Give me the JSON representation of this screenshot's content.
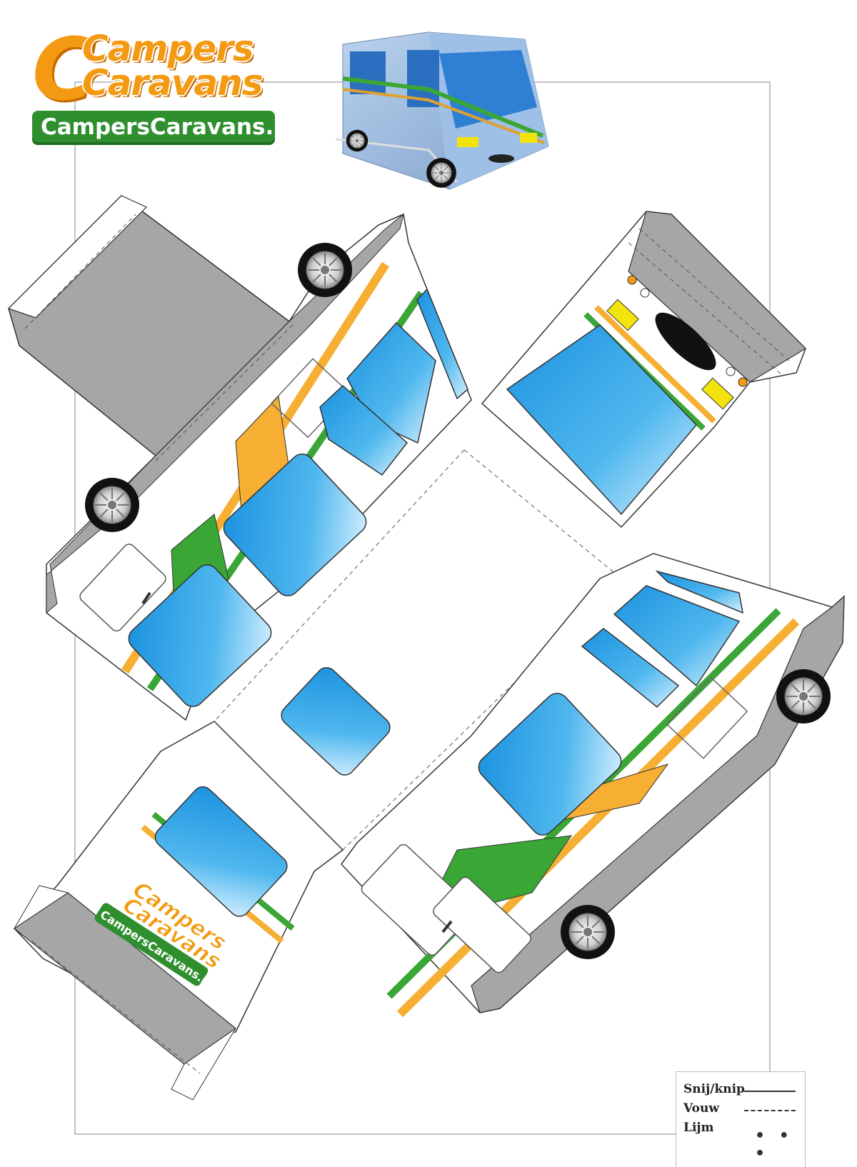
{
  "brand": {
    "top_word": "Campers",
    "bottom_word": "Caravans",
    "url": "CampersCaravans.nl",
    "colors": {
      "orange": "#f39a12",
      "green": "#2f8f2f"
    }
  },
  "legend": {
    "cut_label": "Snij/knip",
    "fold_label": "Vouw",
    "glue_label": "Lijm",
    "glue_dots": "• • •"
  },
  "colors": {
    "body": "#ffffff",
    "gray": "#a6a6a6",
    "window": "#2aa6e6",
    "stripe_green": "#3aa635",
    "stripe_orange": "#f6ae33",
    "headlight": "#f3e30c"
  },
  "icons": [
    "camper-3d-illustration",
    "wheel-icon"
  ]
}
